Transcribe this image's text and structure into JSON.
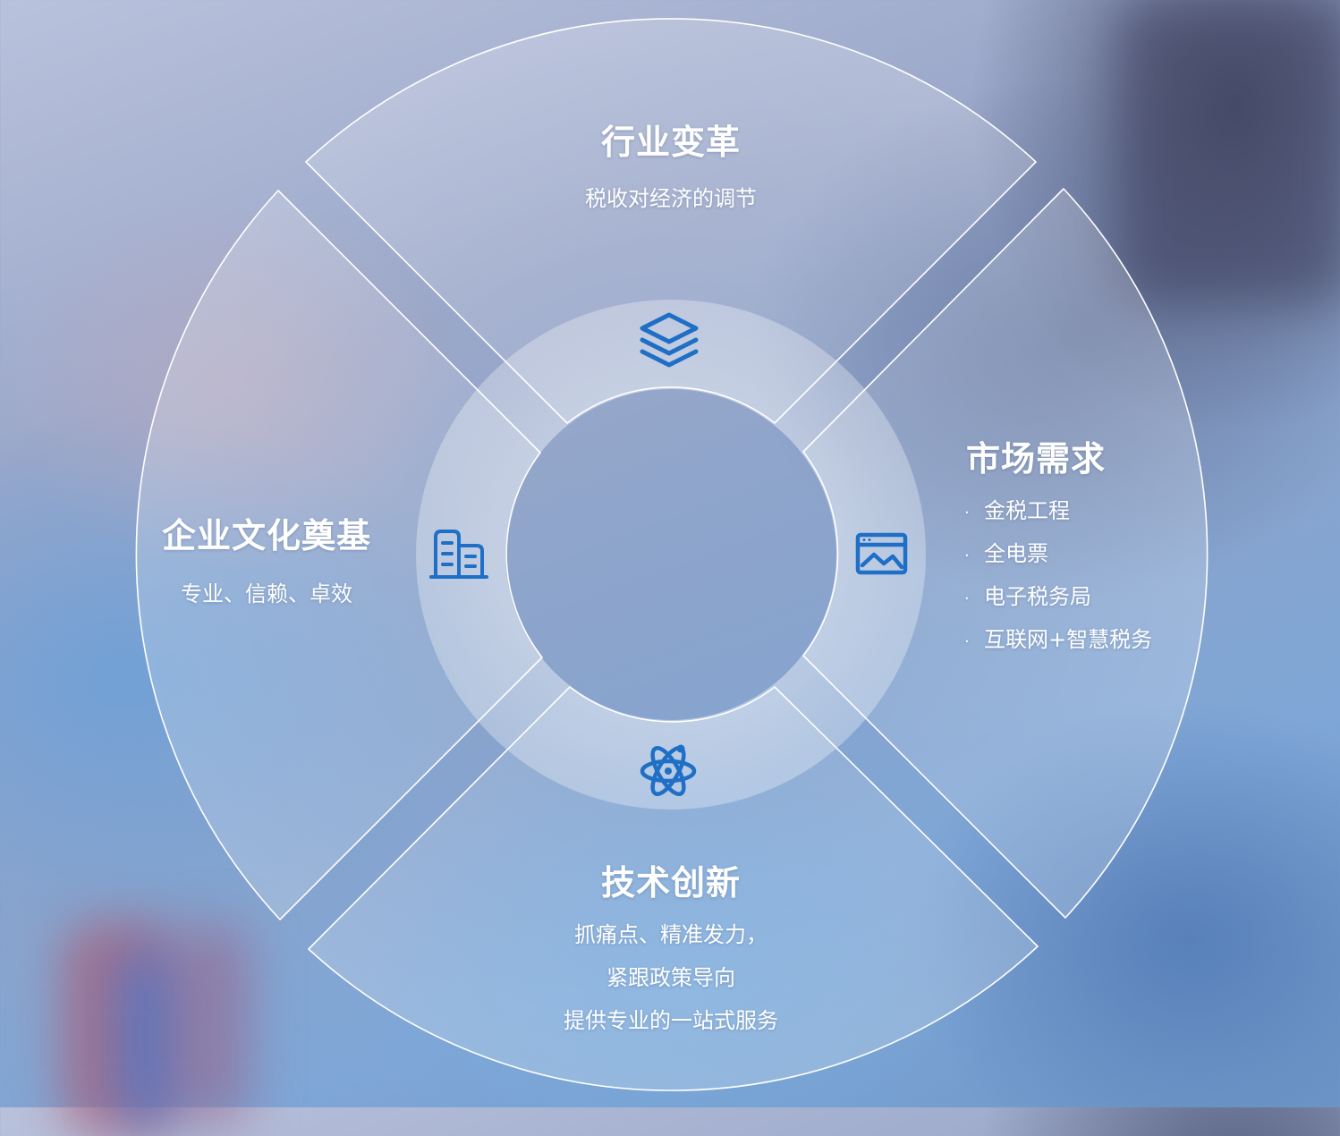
{
  "colors": {
    "icon": "#1f6fc6",
    "text": "#ffffff",
    "outline": "#ffffff"
  },
  "quadrants": {
    "top": {
      "title": "行业变革",
      "subtitle": "税收对经济的调节",
      "icon": "layers-icon"
    },
    "left": {
      "title": "企业文化奠基",
      "subtitle": "专业、信赖、卓效",
      "icon": "building-icon"
    },
    "right": {
      "title": "市场需求",
      "bullets": [
        "金税工程",
        "全电票",
        "电子税务局",
        "互联网+智慧税务"
      ],
      "bullet_marker": "·",
      "icon": "image-frame-icon"
    },
    "bottom": {
      "title": "技术创新",
      "lines": [
        "抓痛点、精准发力，",
        "紧跟政策导向",
        "提供专业的一站式服务"
      ],
      "icon": "atom-icon"
    }
  }
}
